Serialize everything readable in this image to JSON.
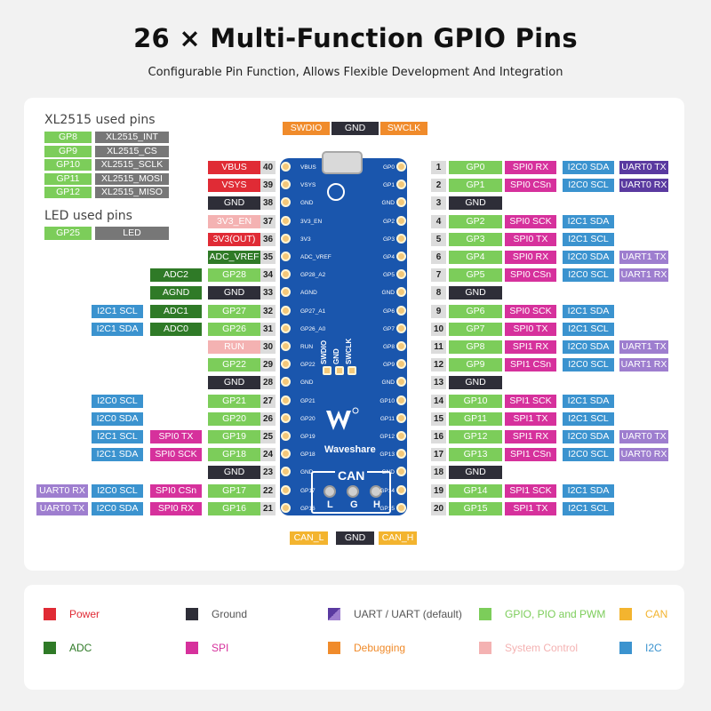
{
  "title": "26 × Multi-Function GPIO Pins",
  "subtitle": "Configurable Pin Function, Allows Flexible Development And Integration",
  "colors": {
    "power": "#e02b35",
    "ground": "#2e2e38",
    "uart": "#5a3aa0",
    "uart_default": "#9e7ecf",
    "gpio": "#7ccd5a",
    "can": "#f3b42f",
    "adc": "#2f7a27",
    "spi": "#d6319c",
    "debug": "#f08b2b",
    "sysctl": "#f4b2b2",
    "i2c": "#3b93cf",
    "pin_num_bg": "#dcdcdc",
    "xl_bg": "#777777",
    "pcb": "#1a56ad"
  },
  "xl2515": {
    "heading": "XL2515 used pins",
    "rows": [
      {
        "gp": "GP8",
        "fn": "XL2515_INT"
      },
      {
        "gp": "GP9",
        "fn": "XL2515_CS"
      },
      {
        "gp": "GP10",
        "fn": "XL2515_SCLK"
      },
      {
        "gp": "GP11",
        "fn": "XL2515_MOSI"
      },
      {
        "gp": "GP12",
        "fn": "XL2515_MISO"
      }
    ]
  },
  "led": {
    "heading": "LED used pins",
    "gp": "GP25",
    "fn": "LED"
  },
  "top_labels": [
    {
      "text": "SWDIO",
      "type": "debug"
    },
    {
      "text": "GND",
      "type": "ground"
    },
    {
      "text": "SWCLK",
      "type": "debug"
    }
  ],
  "bottom_labels": [
    {
      "text": "CAN_L",
      "type": "can"
    },
    {
      "text": "GND",
      "type": "ground"
    },
    {
      "text": "CAN_H",
      "type": "can"
    }
  ],
  "board": {
    "brand": "Waveshare",
    "can": "CAN",
    "terminals": [
      "L",
      "G",
      "H"
    ],
    "debug_silk": [
      "SWDIO",
      "GND",
      "SWCLK"
    ],
    "left_silk": [
      "VBUS",
      "VSYS",
      "GND",
      "3V3_EN",
      "3V3",
      "ADC_VREF",
      "GP28_A2",
      "AGND",
      "GP27_A1",
      "GP26_A0",
      "RUN",
      "GP22",
      "GND",
      "GP21",
      "GP20",
      "GP19",
      "GP18",
      "GND",
      "GP17",
      "GP16"
    ],
    "right_silk": [
      "GP0",
      "GP1",
      "GND",
      "GP2",
      "GP3",
      "GP4",
      "GP5",
      "GND",
      "GP6",
      "GP7",
      "GP8",
      "GP9",
      "GND",
      "GP10",
      "GP11",
      "GP12",
      "GP13",
      "GND",
      "GP14",
      "GP15"
    ]
  },
  "left_pins": [
    {
      "num": "40",
      "labels": [
        {
          "text": "VBUS",
          "type": "power"
        }
      ]
    },
    {
      "num": "39",
      "labels": [
        {
          "text": "VSYS",
          "type": "power"
        }
      ]
    },
    {
      "num": "38",
      "labels": [
        {
          "text": "GND",
          "type": "ground"
        }
      ]
    },
    {
      "num": "37",
      "labels": [
        {
          "text": "3V3_EN",
          "type": "sysctl"
        }
      ]
    },
    {
      "num": "36",
      "labels": [
        {
          "text": "3V3(OUT)",
          "type": "power"
        }
      ]
    },
    {
      "num": "35",
      "labels": [
        {
          "text": "ADC_VREF",
          "type": "adc"
        }
      ]
    },
    {
      "num": "34",
      "labels": [
        {
          "text": "GP28",
          "type": "gpio"
        },
        {
          "text": "ADC2",
          "type": "adc"
        }
      ]
    },
    {
      "num": "33",
      "labels": [
        {
          "text": "GND",
          "type": "ground"
        },
        {
          "text": "AGND",
          "type": "adc"
        }
      ]
    },
    {
      "num": "32",
      "labels": [
        {
          "text": "GP27",
          "type": "gpio"
        },
        {
          "text": "ADC1",
          "type": "adc"
        },
        {
          "text": "I2C1 SCL",
          "type": "i2c"
        }
      ]
    },
    {
      "num": "31",
      "labels": [
        {
          "text": "GP26",
          "type": "gpio"
        },
        {
          "text": "ADC0",
          "type": "adc"
        },
        {
          "text": "I2C1 SDA",
          "type": "i2c"
        }
      ]
    },
    {
      "num": "30",
      "labels": [
        {
          "text": "RUN",
          "type": "sysctl"
        }
      ]
    },
    {
      "num": "29",
      "labels": [
        {
          "text": "GP22",
          "type": "gpio"
        }
      ]
    },
    {
      "num": "28",
      "labels": [
        {
          "text": "GND",
          "type": "ground"
        }
      ]
    },
    {
      "num": "27",
      "labels": [
        {
          "text": "GP21",
          "type": "gpio"
        },
        {
          "text": "I2C0 SCL",
          "type": "i2c",
          "slot": 2
        }
      ]
    },
    {
      "num": "26",
      "labels": [
        {
          "text": "GP20",
          "type": "gpio"
        },
        {
          "text": "I2C0 SDA",
          "type": "i2c",
          "slot": 2
        }
      ]
    },
    {
      "num": "25",
      "labels": [
        {
          "text": "GP19",
          "type": "gpio"
        },
        {
          "text": "SPI0 TX",
          "type": "spi"
        },
        {
          "text": "I2C1 SCL",
          "type": "i2c"
        }
      ]
    },
    {
      "num": "24",
      "labels": [
        {
          "text": "GP18",
          "type": "gpio"
        },
        {
          "text": "SPI0 SCK",
          "type": "spi"
        },
        {
          "text": "I2C1 SDA",
          "type": "i2c"
        }
      ]
    },
    {
      "num": "23",
      "labels": [
        {
          "text": "GND",
          "type": "ground"
        }
      ]
    },
    {
      "num": "22",
      "labels": [
        {
          "text": "GP17",
          "type": "gpio"
        },
        {
          "text": "SPI0 CSn",
          "type": "spi"
        },
        {
          "text": "I2C0 SCL",
          "type": "i2c"
        },
        {
          "text": "UART0 RX",
          "type": "uart_default"
        }
      ]
    },
    {
      "num": "21",
      "labels": [
        {
          "text": "GP16",
          "type": "gpio"
        },
        {
          "text": "SPI0 RX",
          "type": "spi"
        },
        {
          "text": "I2C0 SDA",
          "type": "i2c"
        },
        {
          "text": "UART0 TX",
          "type": "uart_default"
        }
      ]
    }
  ],
  "right_pins": [
    {
      "num": "1",
      "labels": [
        {
          "text": "GP0",
          "type": "gpio"
        },
        {
          "text": "SPI0 RX",
          "type": "spi"
        },
        {
          "text": "I2C0 SDA",
          "type": "i2c"
        },
        {
          "text": "UART0 TX",
          "type": "uart"
        }
      ]
    },
    {
      "num": "2",
      "labels": [
        {
          "text": "GP1",
          "type": "gpio"
        },
        {
          "text": "SPI0 CSn",
          "type": "spi"
        },
        {
          "text": "I2C0 SCL",
          "type": "i2c"
        },
        {
          "text": "UART0 RX",
          "type": "uart"
        }
      ]
    },
    {
      "num": "3",
      "labels": [
        {
          "text": "GND",
          "type": "ground"
        }
      ]
    },
    {
      "num": "4",
      "labels": [
        {
          "text": "GP2",
          "type": "gpio"
        },
        {
          "text": "SPI0 SCK",
          "type": "spi"
        },
        {
          "text": "I2C1 SDA",
          "type": "i2c"
        }
      ]
    },
    {
      "num": "5",
      "labels": [
        {
          "text": "GP3",
          "type": "gpio"
        },
        {
          "text": "SPI0 TX",
          "type": "spi"
        },
        {
          "text": "I2C1 SCL",
          "type": "i2c"
        }
      ]
    },
    {
      "num": "6",
      "labels": [
        {
          "text": "GP4",
          "type": "gpio"
        },
        {
          "text": "SPI0 RX",
          "type": "spi"
        },
        {
          "text": "I2C0 SDA",
          "type": "i2c"
        },
        {
          "text": "UART1 TX",
          "type": "uart_default"
        }
      ]
    },
    {
      "num": "7",
      "labels": [
        {
          "text": "GP5",
          "type": "gpio"
        },
        {
          "text": "SPI0 CSn",
          "type": "spi"
        },
        {
          "text": "I2C0 SCL",
          "type": "i2c"
        },
        {
          "text": "UART1 RX",
          "type": "uart_default"
        }
      ]
    },
    {
      "num": "8",
      "labels": [
        {
          "text": "GND",
          "type": "ground"
        }
      ]
    },
    {
      "num": "9",
      "labels": [
        {
          "text": "GP6",
          "type": "gpio"
        },
        {
          "text": "SPI0 SCK",
          "type": "spi"
        },
        {
          "text": "I2C1 SDA",
          "type": "i2c"
        }
      ]
    },
    {
      "num": "10",
      "labels": [
        {
          "text": "GP7",
          "type": "gpio"
        },
        {
          "text": "SPI0 TX",
          "type": "spi"
        },
        {
          "text": "I2C1 SCL",
          "type": "i2c"
        }
      ]
    },
    {
      "num": "11",
      "labels": [
        {
          "text": "GP8",
          "type": "gpio"
        },
        {
          "text": "SPI1 RX",
          "type": "spi"
        },
        {
          "text": "I2C0 SDA",
          "type": "i2c"
        },
        {
          "text": "UART1 TX",
          "type": "uart_default"
        }
      ]
    },
    {
      "num": "12",
      "labels": [
        {
          "text": "GP9",
          "type": "gpio"
        },
        {
          "text": "SPI1 CSn",
          "type": "spi"
        },
        {
          "text": "I2C0 SCL",
          "type": "i2c"
        },
        {
          "text": "UART1 RX",
          "type": "uart_default"
        }
      ]
    },
    {
      "num": "13",
      "labels": [
        {
          "text": "GND",
          "type": "ground"
        }
      ]
    },
    {
      "num": "14",
      "labels": [
        {
          "text": "GP10",
          "type": "gpio"
        },
        {
          "text": "SPI1 SCK",
          "type": "spi"
        },
        {
          "text": "I2C1 SDA",
          "type": "i2c"
        }
      ]
    },
    {
      "num": "15",
      "labels": [
        {
          "text": "GP11",
          "type": "gpio"
        },
        {
          "text": "SPI1 TX",
          "type": "spi"
        },
        {
          "text": "I2C1 SCL",
          "type": "i2c"
        }
      ]
    },
    {
      "num": "16",
      "labels": [
        {
          "text": "GP12",
          "type": "gpio"
        },
        {
          "text": "SPI1 RX",
          "type": "spi"
        },
        {
          "text": "I2C0 SDA",
          "type": "i2c"
        },
        {
          "text": "UART0 TX",
          "type": "uart_default"
        }
      ]
    },
    {
      "num": "17",
      "labels": [
        {
          "text": "GP13",
          "type": "gpio"
        },
        {
          "text": "SPI1 CSn",
          "type": "spi"
        },
        {
          "text": "I2C0 SCL",
          "type": "i2c"
        },
        {
          "text": "UART0 RX",
          "type": "uart_default"
        }
      ]
    },
    {
      "num": "18",
      "labels": [
        {
          "text": "GND",
          "type": "ground"
        }
      ]
    },
    {
      "num": "19",
      "labels": [
        {
          "text": "GP14",
          "type": "gpio"
        },
        {
          "text": "SPI1 SCK",
          "type": "spi"
        },
        {
          "text": "I2C1 SDA",
          "type": "i2c"
        }
      ]
    },
    {
      "num": "20",
      "labels": [
        {
          "text": "GP15",
          "type": "gpio"
        },
        {
          "text": "SPI1 TX",
          "type": "spi"
        },
        {
          "text": "I2C1 SCL",
          "type": "i2c"
        }
      ]
    }
  ],
  "legend": [
    {
      "label": "Power",
      "type": "power"
    },
    {
      "label": "Ground",
      "type": "ground"
    },
    {
      "label": "UART / UART (default)",
      "type": "uart_legend"
    },
    {
      "label": "GPIO, PIO and PWM",
      "type": "gpio"
    },
    {
      "label": "CAN",
      "type": "can"
    },
    {
      "label": "ADC",
      "type": "adc"
    },
    {
      "label": "SPI",
      "type": "spi"
    },
    {
      "label": "Debugging",
      "type": "debug"
    },
    {
      "label": "System Control",
      "type": "sysctl"
    },
    {
      "label": "I2C",
      "type": "i2c"
    }
  ]
}
